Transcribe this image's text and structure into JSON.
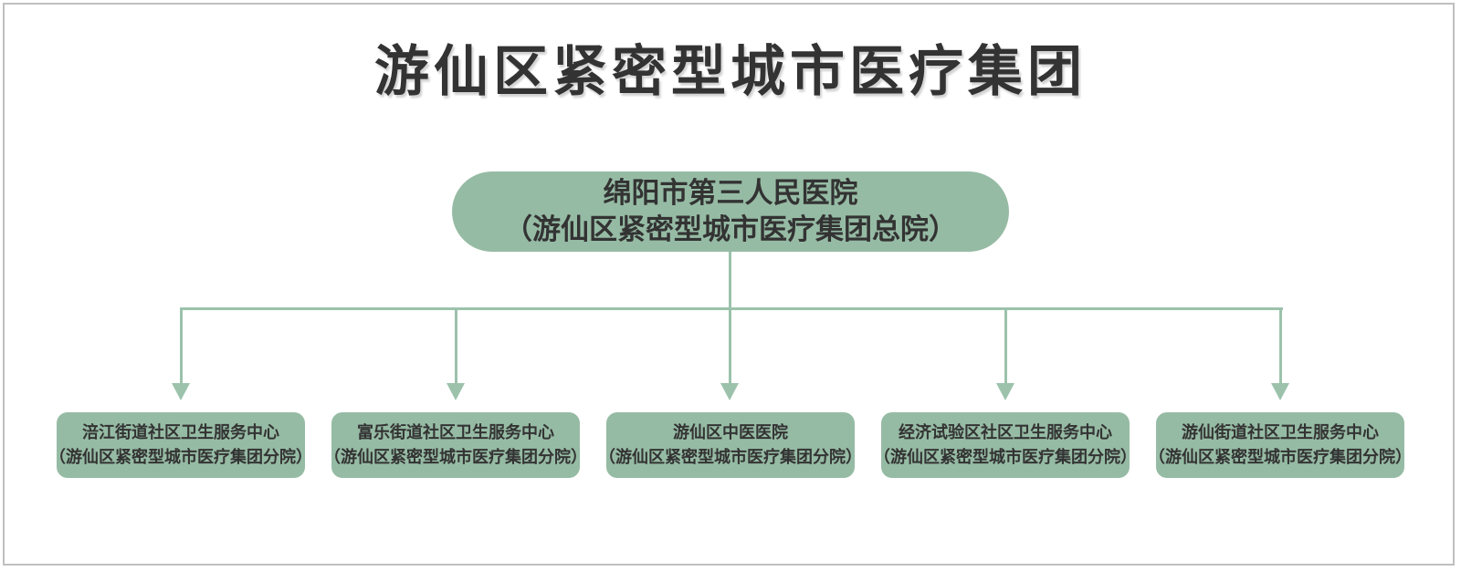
{
  "title": "游仙区紧密型城市医疗集团",
  "colors": {
    "box_green": "#96BBA4",
    "line_green": "#9CC2AC",
    "text_dark": "#333333",
    "frame_gray": "#BFBFBF"
  },
  "root_node": {
    "line1": "绵阳市第三人民医院",
    "line2": "（游仙区紧密型城市医疗集团总院）"
  },
  "branches": [
    {
      "line1": "涪江街道社区卫生服务中心",
      "line2": "（游仙区紧密型城市医疗集团分院）"
    },
    {
      "line1": "富乐街道社区卫生服务中心",
      "line2": "（游仙区紧密型城市医疗集团分院）"
    },
    {
      "line1": "游仙区中医医院",
      "line2": "（游仙区紧密型城市医疗集团分院）"
    },
    {
      "line1": "经济试验区社区卫生服务中心",
      "line2": "（游仙区紧密型城市医疗集团分院）"
    },
    {
      "line1": "游仙街道社区卫生服务中心",
      "line2": "（游仙区紧密型城市医疗集团分院）"
    }
  ]
}
